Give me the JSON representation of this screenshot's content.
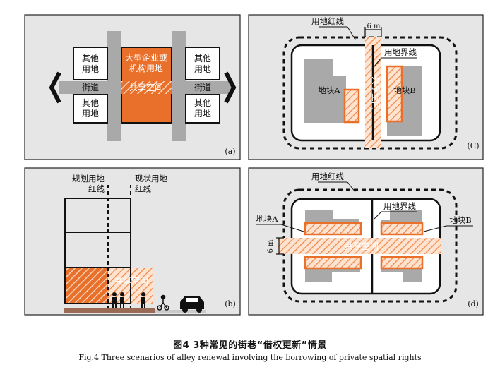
{
  "panel_a": {
    "other_land_tl": "其他 用地",
    "other_land_tr": "其他 用地",
    "other_land_bl": "其他 用地",
    "other_land_br": "其他 用地",
    "big_enterprise": "大型企业或 机构用地",
    "street_left": "街道",
    "street_right": "街道",
    "shared_space": "共享空间",
    "panel_label": "(a)"
  },
  "panel_b": {
    "planned_redline": "规划用地 红线",
    "current_redline": "现状用地 红线",
    "shared_space": "共享空间",
    "panel_label": "(b)"
  },
  "panel_c": {
    "redline": "用地红线",
    "width": "6 m",
    "boundary": "用地界线",
    "plot_a": "地块A",
    "plot_b": "地块B",
    "shared_space": "共享空间",
    "panel_label": "(C)"
  },
  "panel_d": {
    "redline": "用地红线",
    "boundary": "用地界线",
    "plot_a": "地块A",
    "plot_b": "地块B",
    "width": "6 m",
    "shared_space": "共享空间",
    "panel_label": "(d)"
  },
  "caption": {
    "cn": "图4  3种常见的街巷“借权更新”情景",
    "en": "Fig.4   Three scenarios of alley renewal involving the borrowing of private spatial rights"
  },
  "colors": {
    "panel_bg": "#e6e6e6",
    "gray_block": "#a9a9a9",
    "orange": "#e8702a",
    "hatch_light": "#fbd3b9"
  }
}
